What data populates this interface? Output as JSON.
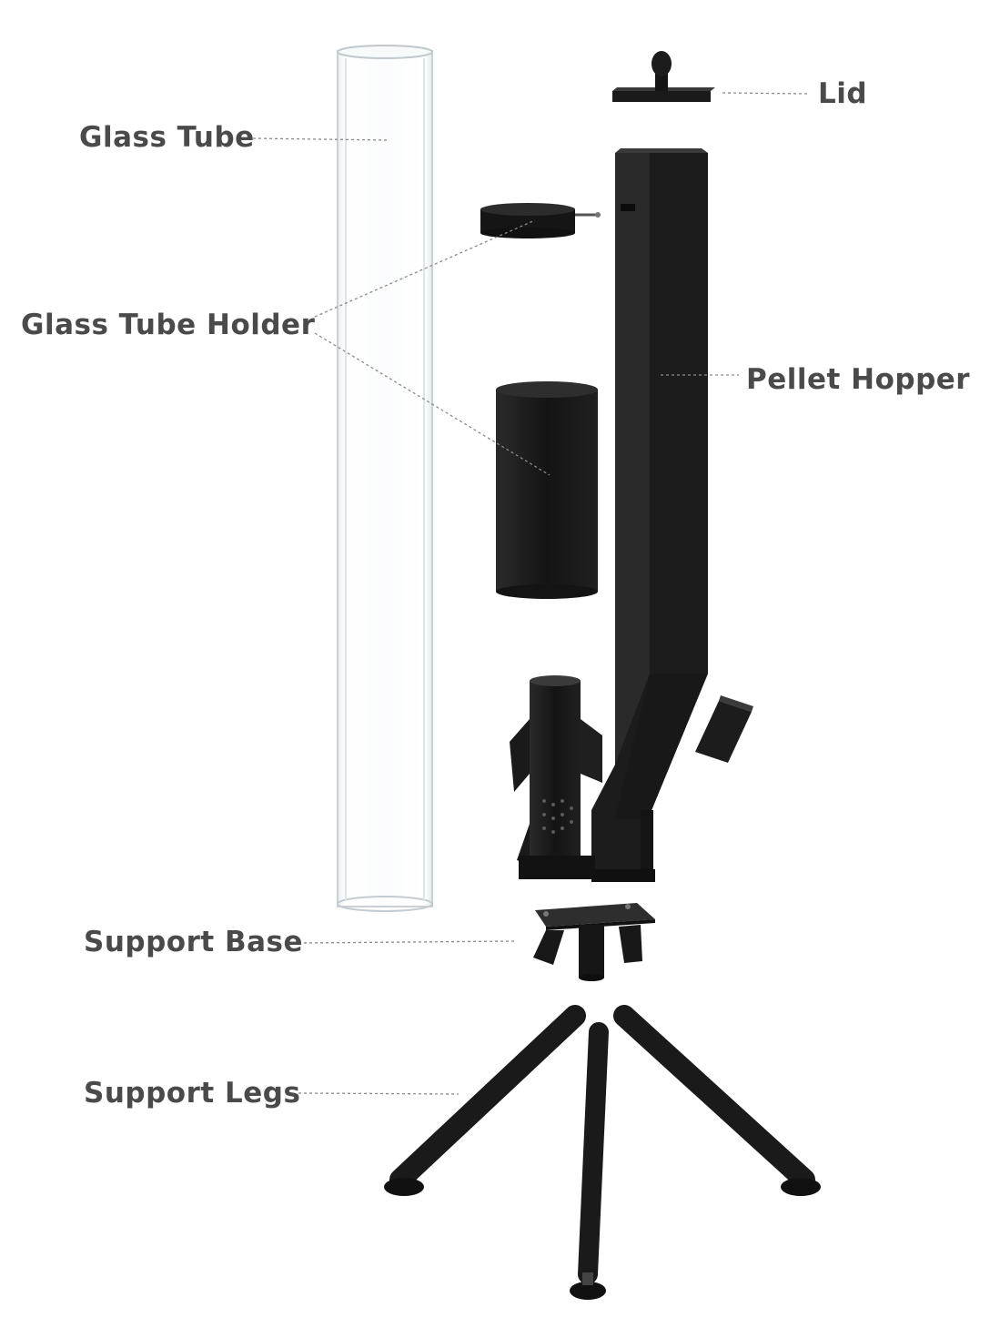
{
  "labels": {
    "lid": "Lid",
    "glass_tube": "Glass Tube",
    "glass_tube_holder": "Glass Tube Holder",
    "pellet_hopper": "Pellet Hopper",
    "support_base": "Support Base",
    "support_legs": "Support Legs"
  },
  "colors": {
    "metal": "#1c1c1c",
    "metal_highlight": "#333333",
    "glass_edge": "#c9d1d6",
    "label_text": "#4a4a4a",
    "leader_line": "#8a8a8a"
  }
}
